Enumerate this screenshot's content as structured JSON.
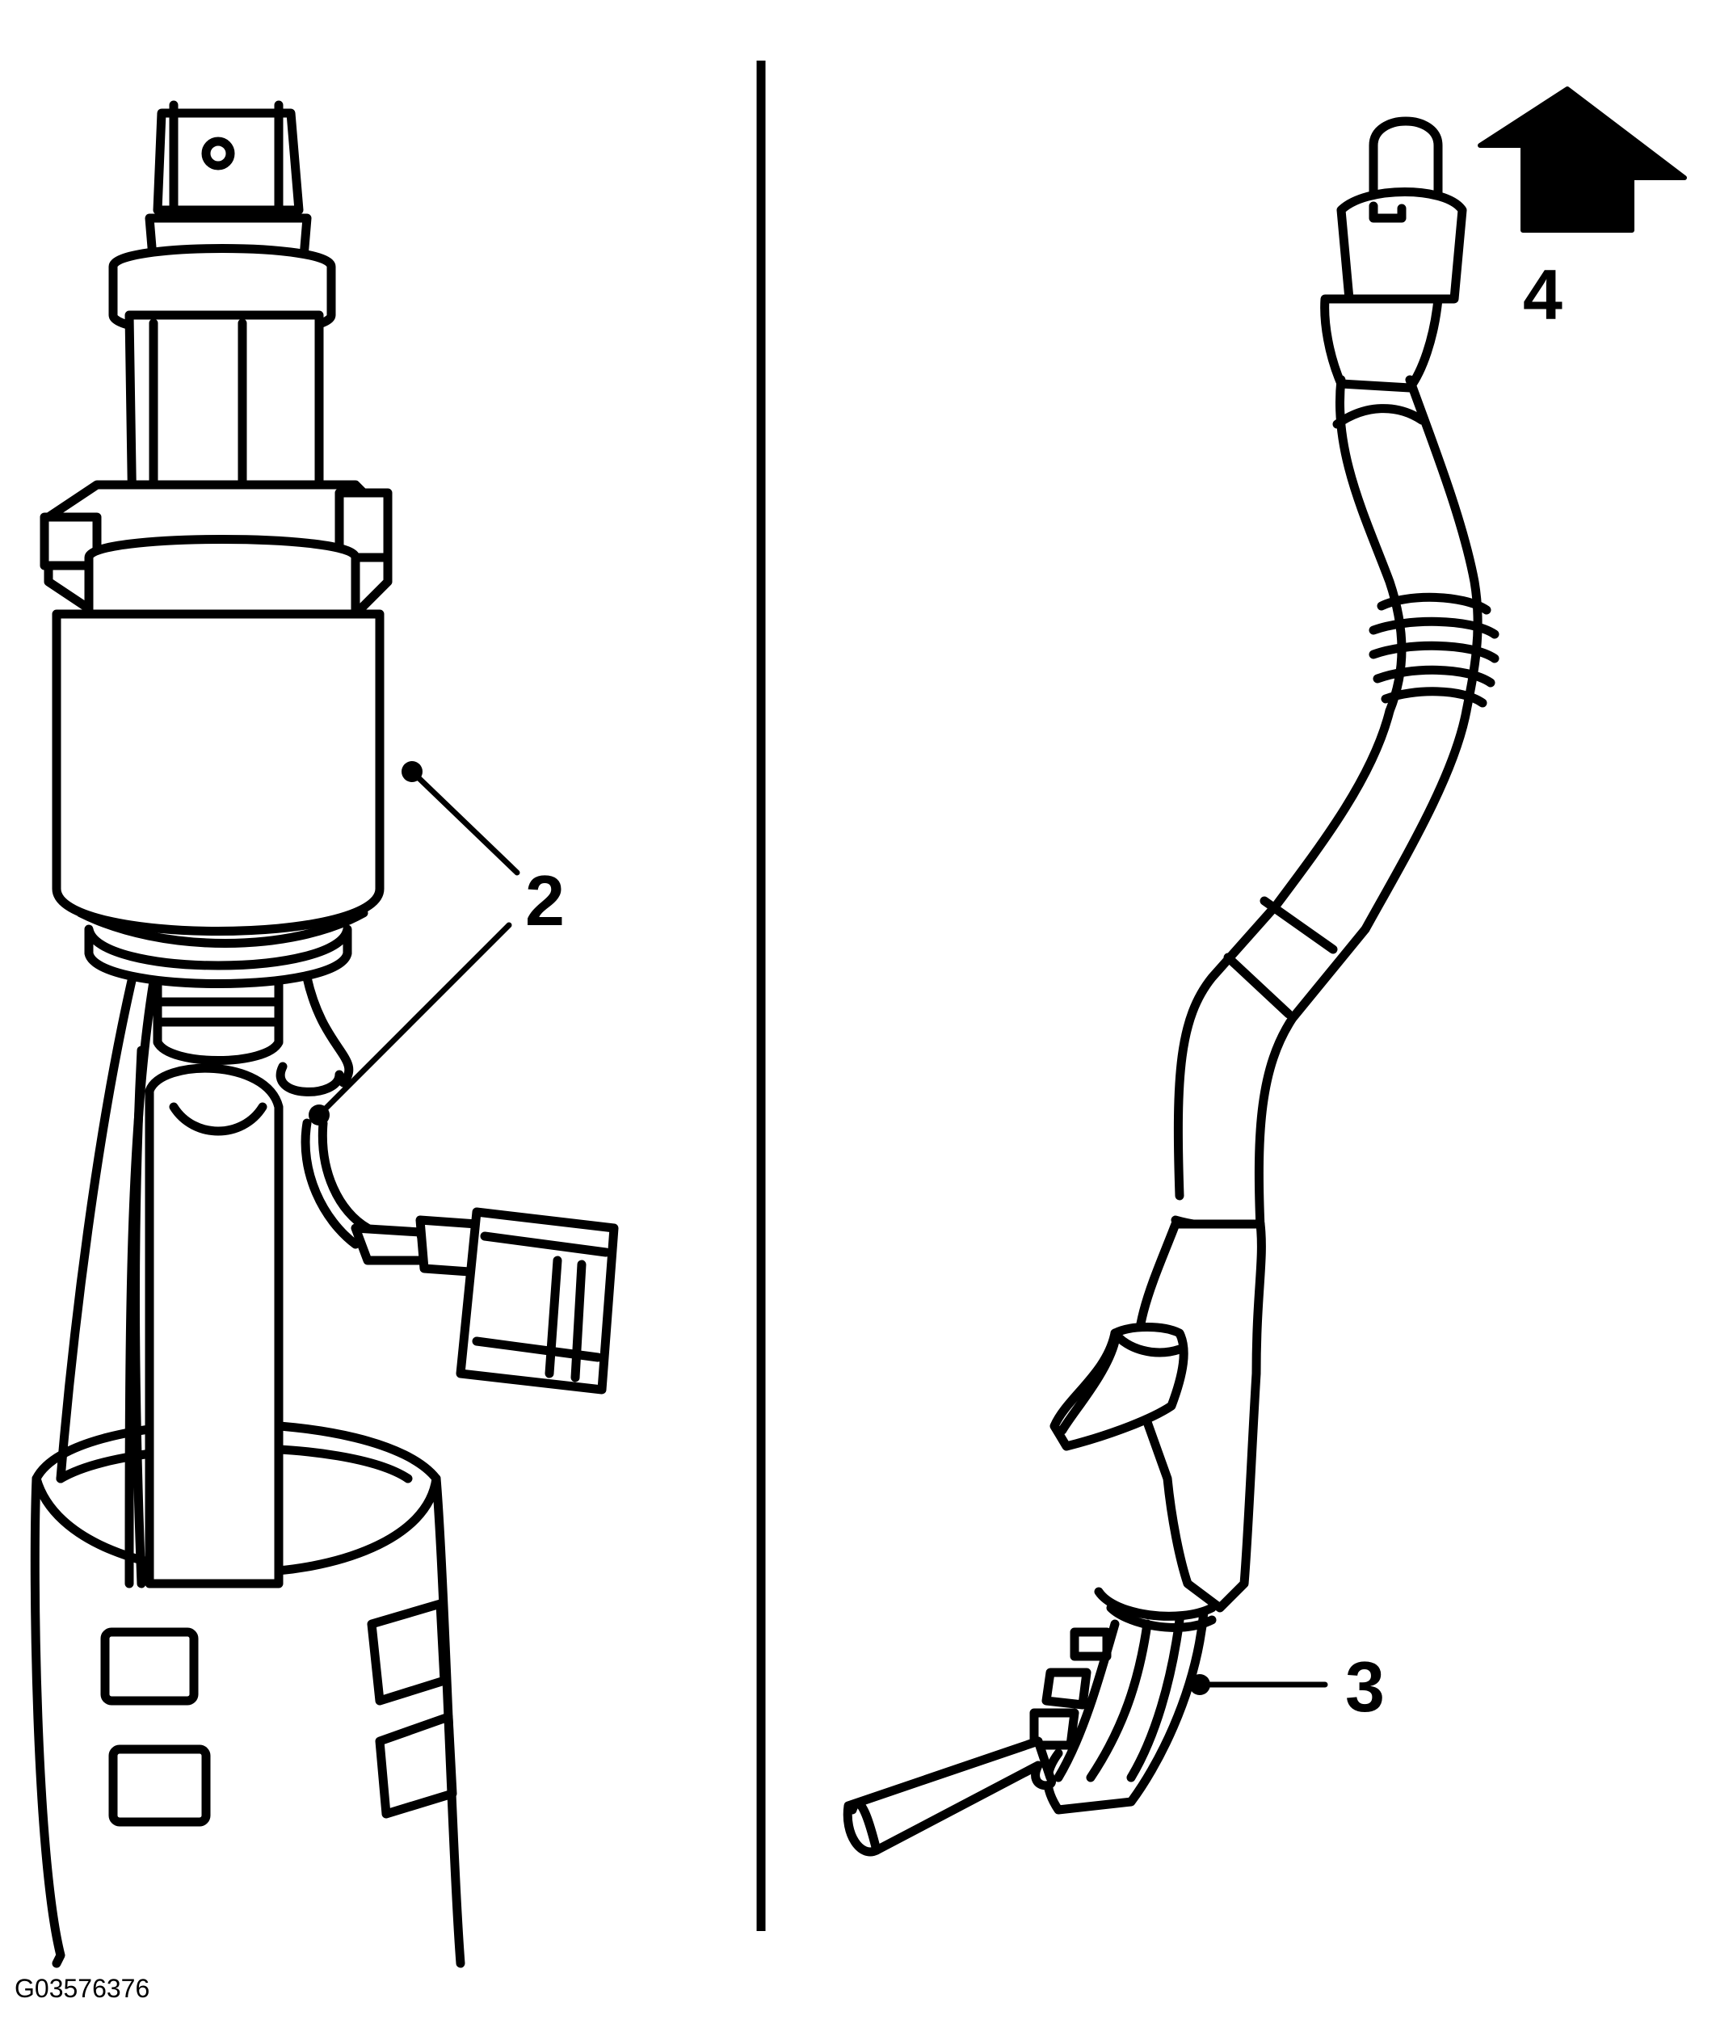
{
  "figure": {
    "figure_id": "G03576376",
    "callouts": {
      "pump_callout": "2",
      "harness_callout": "3",
      "direction_callout": "4"
    }
  }
}
